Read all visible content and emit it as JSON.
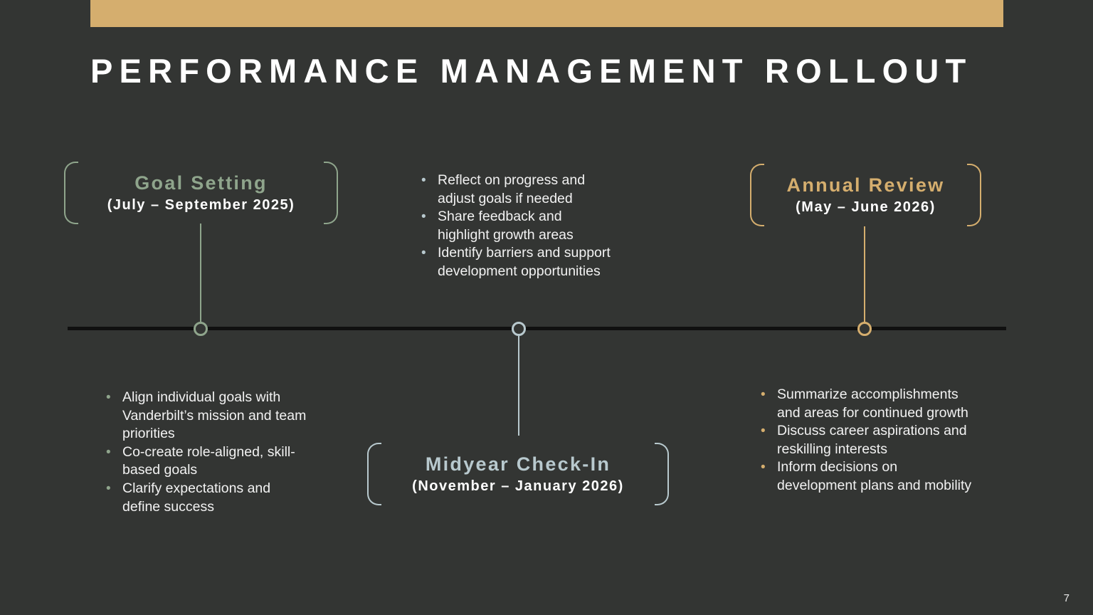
{
  "slide": {
    "title": "PERFORMANCE MANAGEMENT ROLLOUT",
    "page_number": "7",
    "background_color": "#333533",
    "accent_bar_color": "#d5ae6e",
    "axis_color": "#101010"
  },
  "palette": {
    "sage": "#8fa58c",
    "ice_blue": "#b8c9ce",
    "gold": "#d5ae6e",
    "body_text": "#f2f2f2",
    "white": "#ffffff"
  },
  "milestones": [
    {
      "id": "goal-setting",
      "name": "Goal Setting",
      "period": "(July – September 2025)",
      "color": "#8fa58c",
      "bullets": [
        "Align individual goals with Vanderbilt’s mission and team priorities",
        "Co-create role-aligned, skill-based goals",
        "Clarify expectations and define success"
      ]
    },
    {
      "id": "midyear-check-in",
      "name": "Midyear Check-In",
      "period": "(November – January 2026)",
      "color": "#b8c9ce",
      "bullets": [
        "Reflect on progress and adjust goals if needed",
        "Share feedback and highlight growth areas",
        "Identify barriers and support development opportunities"
      ]
    },
    {
      "id": "annual-review",
      "name": "Annual Review",
      "period": "(May – June 2026)",
      "color": "#d5ae6e",
      "bullets": [
        "Summarize accomplishments and areas for continued growth",
        "Discuss career aspirations and reskilling interests",
        "Inform decisions on development plans and mobility"
      ]
    }
  ],
  "icons": {
    "bullet_glyph": "•"
  }
}
